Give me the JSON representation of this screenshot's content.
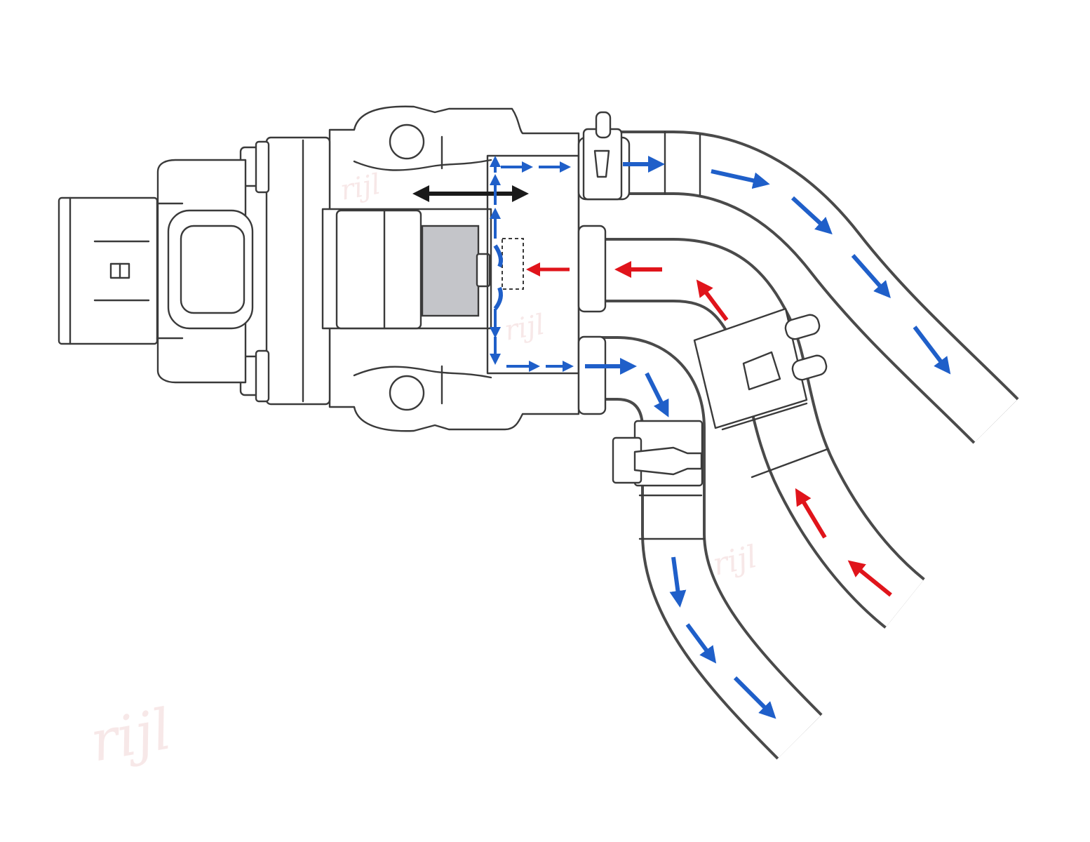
{
  "watermarks": [
    "rijl",
    "rijl",
    "rijl",
    "rijl"
  ],
  "colors": {
    "flow_out": "#1f5fc9",
    "flow_in": "#e0141b",
    "movement": "#1a1a1a",
    "line": "#3a3a3a",
    "plunger": "#c4c5c9"
  },
  "legend_note": ""
}
